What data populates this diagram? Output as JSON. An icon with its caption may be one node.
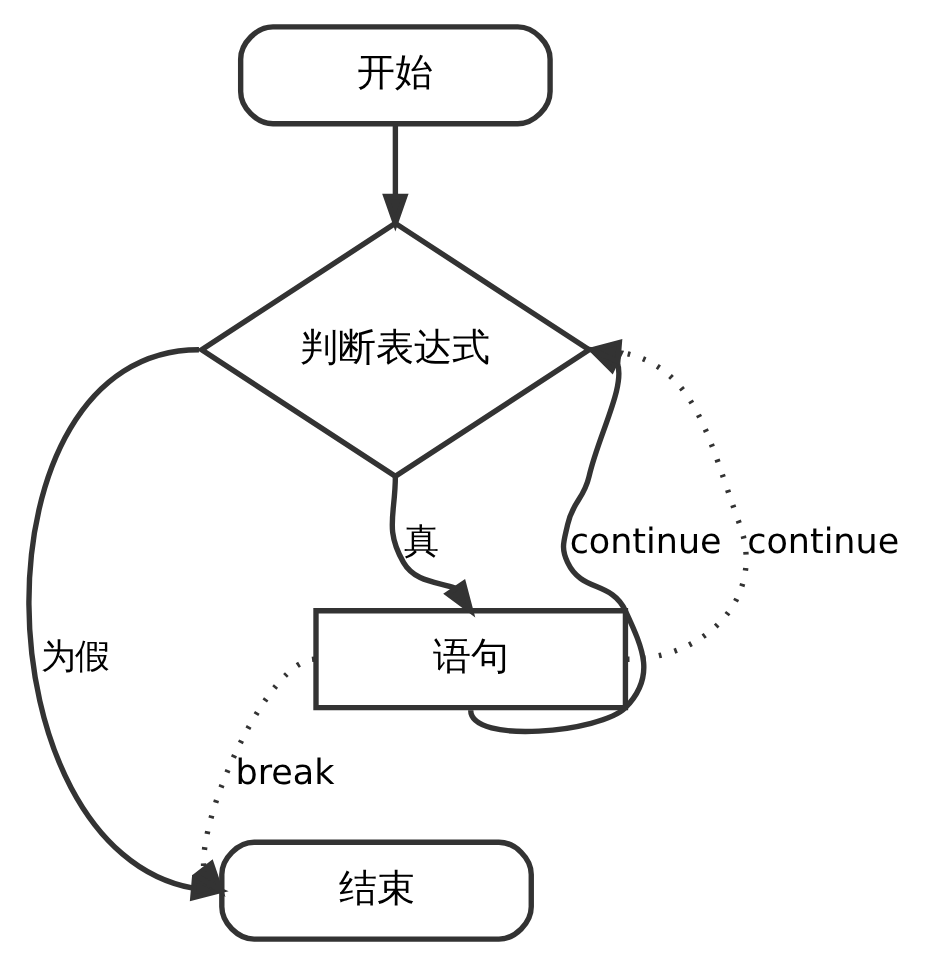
{
  "diagram": {
    "nodes": [
      {
        "text": [
          "开始"
        ]
      },
      {
        "text": [
          "判断表达式"
        ]
      },
      {
        "text": [
          "语句"
        ]
      },
      {
        "text": [
          "结束"
        ]
      }
    ],
    "edges": [
      {
        "from": 0,
        "to": 1,
        "arrow": "to"
      },
      {
        "from": 1,
        "to": 2,
        "arrow": "to",
        "label": "真"
      },
      {
        "from": 1,
        "to": 3,
        "arrow": "to",
        "label": "为假"
      },
      {
        "from": 2,
        "to": 1,
        "arrow": "to",
        "label": "continue"
      },
      {
        "from": 2,
        "to": 3,
        "arrow": "to",
        "label": "break",
        "style": "dashed"
      },
      {
        "from": 2,
        "to": 1,
        "arrow": "to",
        "label": "continue",
        "style": "dashed"
      }
    ]
  }
}
